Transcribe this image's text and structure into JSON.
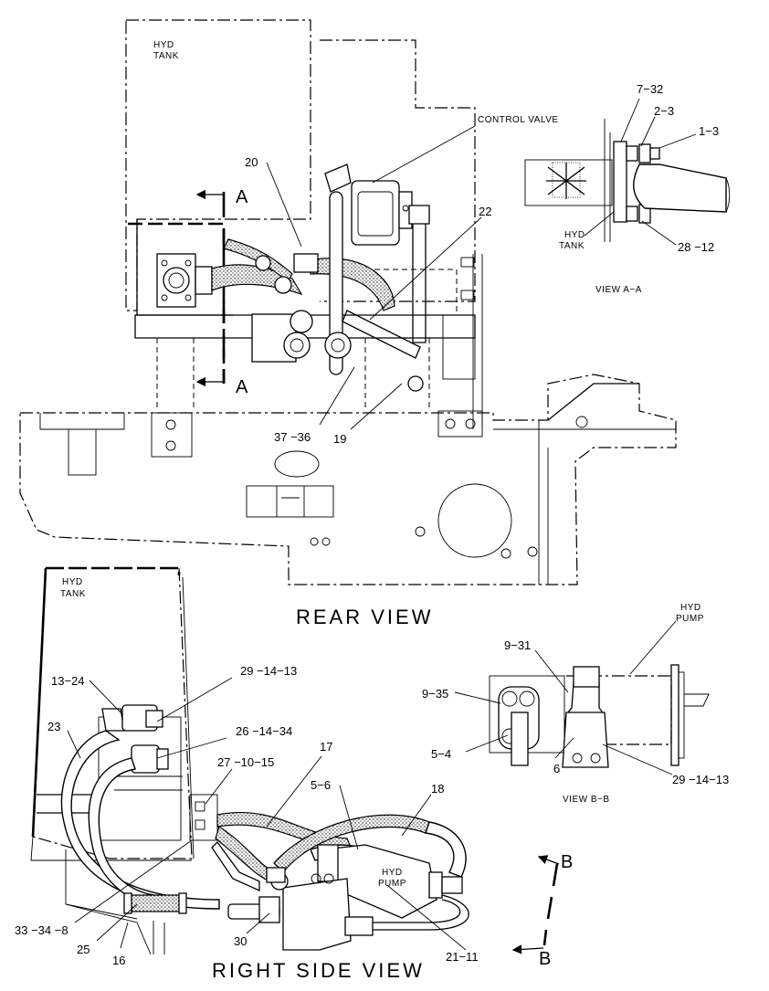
{
  "rear_view": {
    "title": "REAR VIEW",
    "hyd_tank_label": [
      "HYD",
      "TANK"
    ],
    "control_valve_label": "CONTROL VALVE",
    "section_marks": [
      "A",
      "A"
    ],
    "callouts": [
      "20",
      "22",
      "37 −36",
      "19"
    ]
  },
  "view_a_a": {
    "title": "VIEW A−A",
    "hyd_tank_label": [
      "HYD",
      "TANK"
    ],
    "callouts": [
      "7−32",
      "2−3",
      "1−3",
      "28 −12"
    ]
  },
  "view_b_b": {
    "title": "VIEW B−B",
    "hyd_pump_label": [
      "HYD",
      "PUMP"
    ],
    "callouts": [
      "9−31",
      "9−35",
      "5−4",
      "6",
      "29 −14−13"
    ]
  },
  "right_side_view": {
    "title": "RIGHT SIDE VIEW",
    "hyd_tank_label": [
      "HYD",
      "TANK"
    ],
    "hyd_pump_label": [
      "HYD",
      "PUMP"
    ],
    "section_marks": [
      "B",
      "B"
    ],
    "callouts": [
      "29 −14−13",
      "13−24",
      "26 −14−34",
      "23",
      "27 −10−15",
      "17",
      "5−6",
      "18",
      "33 −34 −8",
      "25",
      "16",
      "30",
      "21−11"
    ]
  }
}
